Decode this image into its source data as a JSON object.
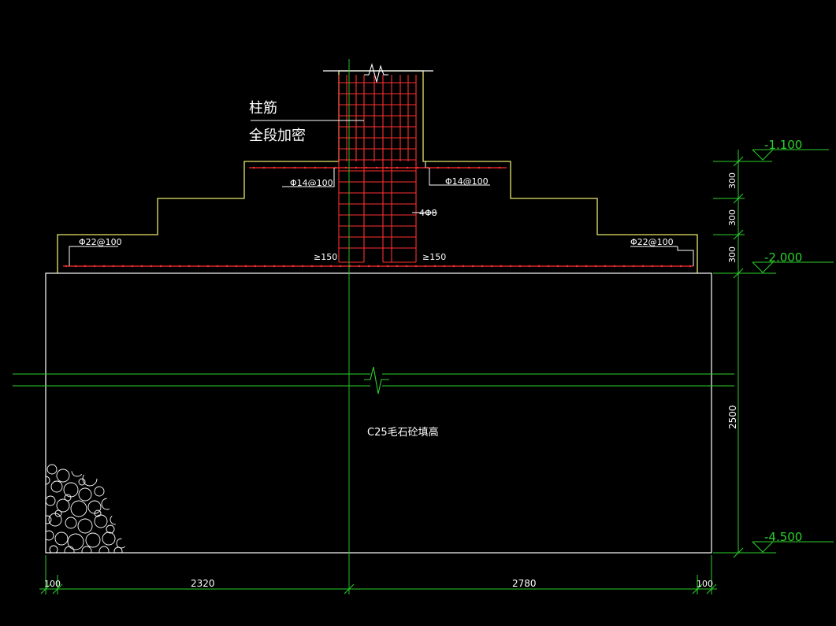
{
  "annotations": {
    "column_rebar_line1": "柱筋",
    "column_rebar_line2": "全段加密",
    "top_bar_left": "Φ14@100",
    "top_bar_right": "Φ14@100",
    "stirrup_label": "4Φ8",
    "bottom_bar_left": "Φ22@100",
    "bottom_bar_right": "Φ22@100",
    "anchor_left": "≥150",
    "anchor_right": "≥150",
    "fill_label": "C25毛石砼填高"
  },
  "elevations": {
    "top": "-1.100",
    "middle": "-2.000",
    "bottom": "-4.500"
  },
  "vertical_dims": {
    "step1": "300",
    "step2": "300",
    "step3": "300",
    "fill_height": "2500"
  },
  "horizontal_dims": {
    "left_edge": "100",
    "left_span": "2320",
    "right_span": "2780",
    "right_edge": "100"
  },
  "colors": {
    "outline": "#ffffff",
    "concrete": "#e6e66a",
    "rebar": "#ff3030",
    "dimension": "#2bd02b"
  }
}
